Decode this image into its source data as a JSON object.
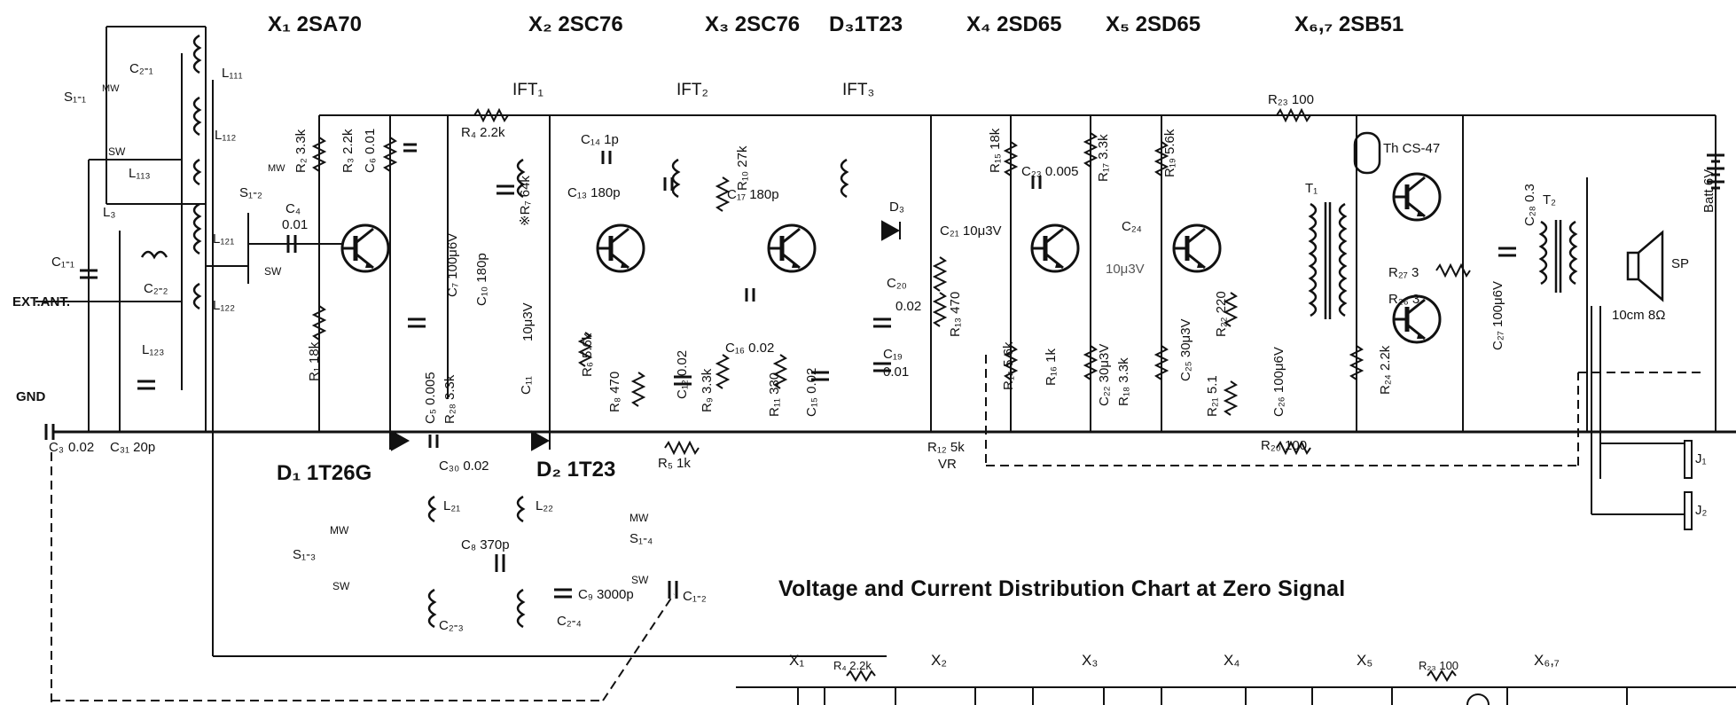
{
  "transistors": {
    "x1": "X₁ 2SA70",
    "x2": "X₂ 2SC76",
    "x3": "X₃ 2SC76",
    "d3_top": "D₃1T23",
    "x4": "X₄ 2SD65",
    "x5": "X₅ 2SD65",
    "x67": "X₆,₇ 2SB51"
  },
  "ift": {
    "ift1": "IFT₁",
    "ift2": "IFT₂",
    "ift3": "IFT₃"
  },
  "components": {
    "c2_1": "C₂-₁",
    "l111": "L₁₁₁",
    "s1_1": "S₁-₁",
    "mw1": "MW",
    "sw1": "SW",
    "l112": "L₁₁₂",
    "l113": "L₁₁₃",
    "l3": "L₃",
    "l121": "L₁₂₁",
    "c2_2": "C₂-₂",
    "c1_1": "C₁-₁",
    "l122": "L₁₂₂",
    "l123": "L₁₂₃",
    "ext_ant": "EXT.ANT.",
    "gnd": "GND",
    "c3": "C₃",
    "c3v": "0.02",
    "c31": "C₃₁ 20p",
    "r2": "R₂ 3.3k",
    "r3": "R₃ 2.2k",
    "c6": "C₆ 0.01",
    "r4": "R₄ 2.2k",
    "mw2": "MW",
    "s1_2": "S₁-₂",
    "sw2": "SW",
    "c4": "C₄",
    "c4v": "0.01",
    "c7": "C₇ 100μ6V",
    "c10": "C₁₀ 180p",
    "r7": "※R₇ 64k",
    "r1": "R₁ 18k",
    "c5": "C₅ 0.005",
    "r28": "R₂₈ 3.3k",
    "c14": "C₁₄ 1p",
    "c13": "C₁₃ 180p",
    "r10": "R₁₀ 27k",
    "c17": "C₁₇ 180p",
    "c11v": "10μ3V",
    "c11": "C₁₁",
    "r6": "R₆ 5.6k",
    "r8": "R₈ 470",
    "c12": "C₁₂ 0.02",
    "r9": "R₉ 3.3k",
    "c16": "C₁₆ 0.02",
    "r11": "R₁₁ 330",
    "c15": "C₁₅ 0.02",
    "d3": "D₃",
    "c20": "C₂₀",
    "c20v": "0.02",
    "c19": "C₁₉",
    "c19v": "0.01",
    "r13": "R₁₃ 470",
    "r15": "R₁₅ 18k",
    "c23": "C₂₃ 0.005",
    "r17": "R₁₇ 3.3k",
    "r19": "R₁₉ 5.6k",
    "c21": "C₂₁ 10μ3V",
    "c24": "C₂₄",
    "c24v": "10μ3V",
    "r14": "R₁₄ 5.6k",
    "r16": "R₁₆ 1k",
    "c22": "C₂₂ 30μ3V",
    "r18": "R₁₈ 3.3k",
    "c25": "C₂₅ 30μ3V",
    "r22": "R₂₂ 220",
    "r21": "R₂₁ 5.1",
    "c26": "C₂₆ 100μ6V",
    "r12": "R₁₂ 5k",
    "vr": "VR",
    "r20": "R₂₀ 100",
    "r23": "R₂₃ 100",
    "th": "Th CS-47",
    "t1": "T₁",
    "t2": "T₂",
    "c28": "C₂₈ 0.3",
    "r27": "R₂₇ 3",
    "r26": "R₂₆ 3",
    "r24": "R₂₄ 2.2k",
    "c27": "C₂₇ 100μ6V",
    "batt": "Batt 6V",
    "sp": "SP",
    "sp_spec": "10cm 8Ω",
    "j1": "J₁",
    "j2": "J₂",
    "d1": "D₁ 1T26G",
    "d2": "D₂ 1T23",
    "r5": "R₅ 1k",
    "c30": "C₃₀ 0.02",
    "l21": "L₂₁",
    "l22": "L₂₂",
    "mw3": "MW",
    "s1_3": "S₁-₃",
    "sw3": "SW",
    "c8": "C₈ 370p",
    "mw4": "MW",
    "s1_4": "S₁-₄",
    "sw4": "SW",
    "c9": "C₉ 3000p",
    "c1_2": "C₁-₂",
    "c2_3": "C₂-₃",
    "c2_4": "C₂-₄"
  },
  "chart": {
    "title": "Voltage and Current Distribution Chart at Zero Signal",
    "cols": [
      "X₁",
      "X₂",
      "X₃",
      "X₄",
      "X₅",
      "X₆,₇"
    ],
    "r4": "R₄ 2.2k",
    "r23": "R₂₃ 100"
  }
}
